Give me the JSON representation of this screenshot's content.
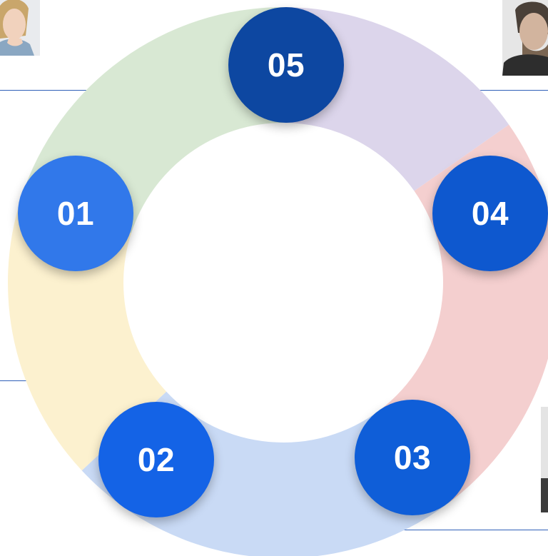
{
  "cycle": {
    "segments": [
      {
        "id": "01",
        "color": "#d8e8d3"
      },
      {
        "id": "02",
        "color": "#fcf1cf"
      },
      {
        "id": "03",
        "color": "#c9daf5"
      },
      {
        "id": "04",
        "color": "#f4cfcf"
      },
      {
        "id": "05",
        "color": "#dcd5eb"
      }
    ],
    "markers": [
      {
        "label": "01",
        "color": "#3178ea"
      },
      {
        "label": "02",
        "color": "#1463e6"
      },
      {
        "label": "03",
        "color": "#0f5ed8"
      },
      {
        "label": "04",
        "color": "#0e58cf"
      },
      {
        "label": "05",
        "color": "#0d47a1"
      }
    ]
  },
  "colors": {
    "connector_lines": "#2f5fb8",
    "background": "#ffffff"
  }
}
